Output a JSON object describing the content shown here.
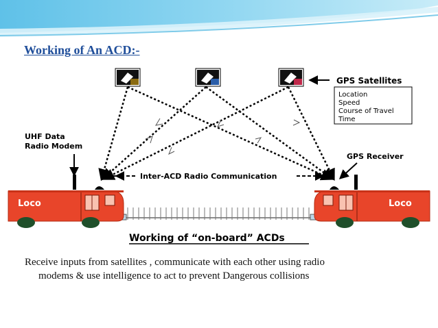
{
  "slide": {
    "title": "Working of An ACD:-",
    "body_line1": "Receive inputs from satellites , communicate with each other using radio",
    "body_line2": "modems & use intelligence to act to prevent Dangerous  collisions"
  },
  "diagram": {
    "gps_satellites_label": "GPS Satellites",
    "gps_inputs": [
      "Location",
      "Speed",
      "Course of Travel",
      "Time"
    ],
    "uhf_label_line1": "UHF Data",
    "uhf_label_line2": "Radio Modem",
    "gps_receiver_label": "GPS Receiver",
    "inter_acd_label": "Inter-ACD Radio Communication",
    "loco_left_label": "Loco",
    "loco_right_label": "Loco",
    "caption": "Working of “on-board” ACDs",
    "colors": {
      "loco_red": "#e8452a",
      "wheel_green": "#1f4f2a",
      "title_blue": "#1f4e9a"
    }
  }
}
